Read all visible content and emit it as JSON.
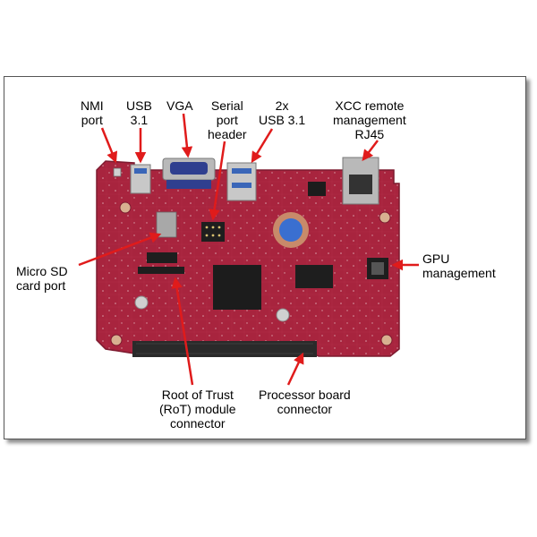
{
  "colors": {
    "board": "#a8243e",
    "board_dark": "#7d1a2f",
    "arrow": "#e01b1b",
    "connector": "#2a2a2a",
    "metal": "#b9b9b9",
    "vga_blue": "#2f3f8f",
    "battery": "#3a6fd0"
  },
  "labels": {
    "nmi": [
      "NMI",
      "port"
    ],
    "usb": [
      "USB",
      "3.1"
    ],
    "vga": [
      "VGA"
    ],
    "serial": [
      "Serial",
      "port",
      "header"
    ],
    "usb2x": [
      "2x",
      "USB 3.1"
    ],
    "xcc": [
      "XCC remote",
      "management",
      "RJ45"
    ],
    "gpu": [
      "GPU",
      "management"
    ],
    "microsd": [
      "Micro SD",
      "card port"
    ],
    "rot": [
      "Root of Trust",
      "(RoT) module",
      "connector"
    ],
    "processor": [
      "Processor board",
      "connector"
    ]
  }
}
